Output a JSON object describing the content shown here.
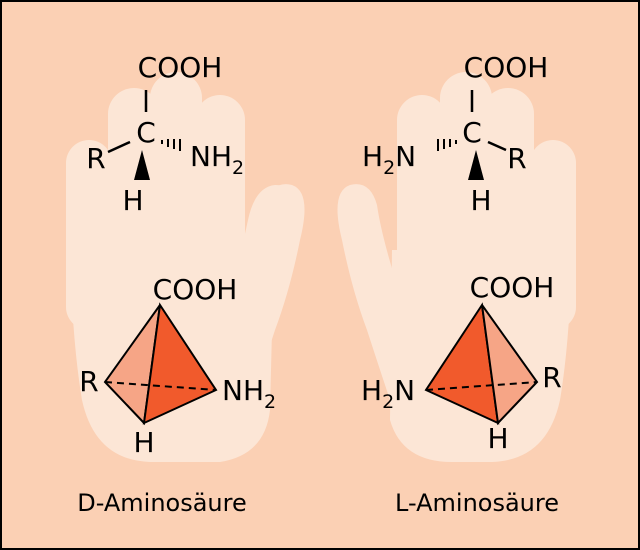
{
  "colors": {
    "background": "#fbd0b4",
    "hand": "#fce6d6",
    "face_dark": "#f15a2c",
    "face_light": "#f6a586",
    "stroke": "#000000",
    "border": "#000000"
  },
  "left": {
    "caption": "D-Aminosäure",
    "fischer": {
      "top": "COOH",
      "center": "C",
      "left": "R",
      "right_main": "NH",
      "right_sub": "2",
      "bottom": "H"
    },
    "tetra": {
      "top": "COOH",
      "left": "R",
      "right_main": "NH",
      "right_sub": "2",
      "bottom": "H"
    }
  },
  "right": {
    "caption": "L-Aminosäure",
    "fischer": {
      "top": "COOH",
      "center": "C",
      "left_main": "H",
      "left_sub": "2",
      "left_tail": "N",
      "right": "R",
      "bottom": "H"
    },
    "tetra": {
      "top": "COOH",
      "left_main": "H",
      "left_sub": "2",
      "left_tail": "N",
      "right": "R",
      "bottom": "H"
    }
  }
}
